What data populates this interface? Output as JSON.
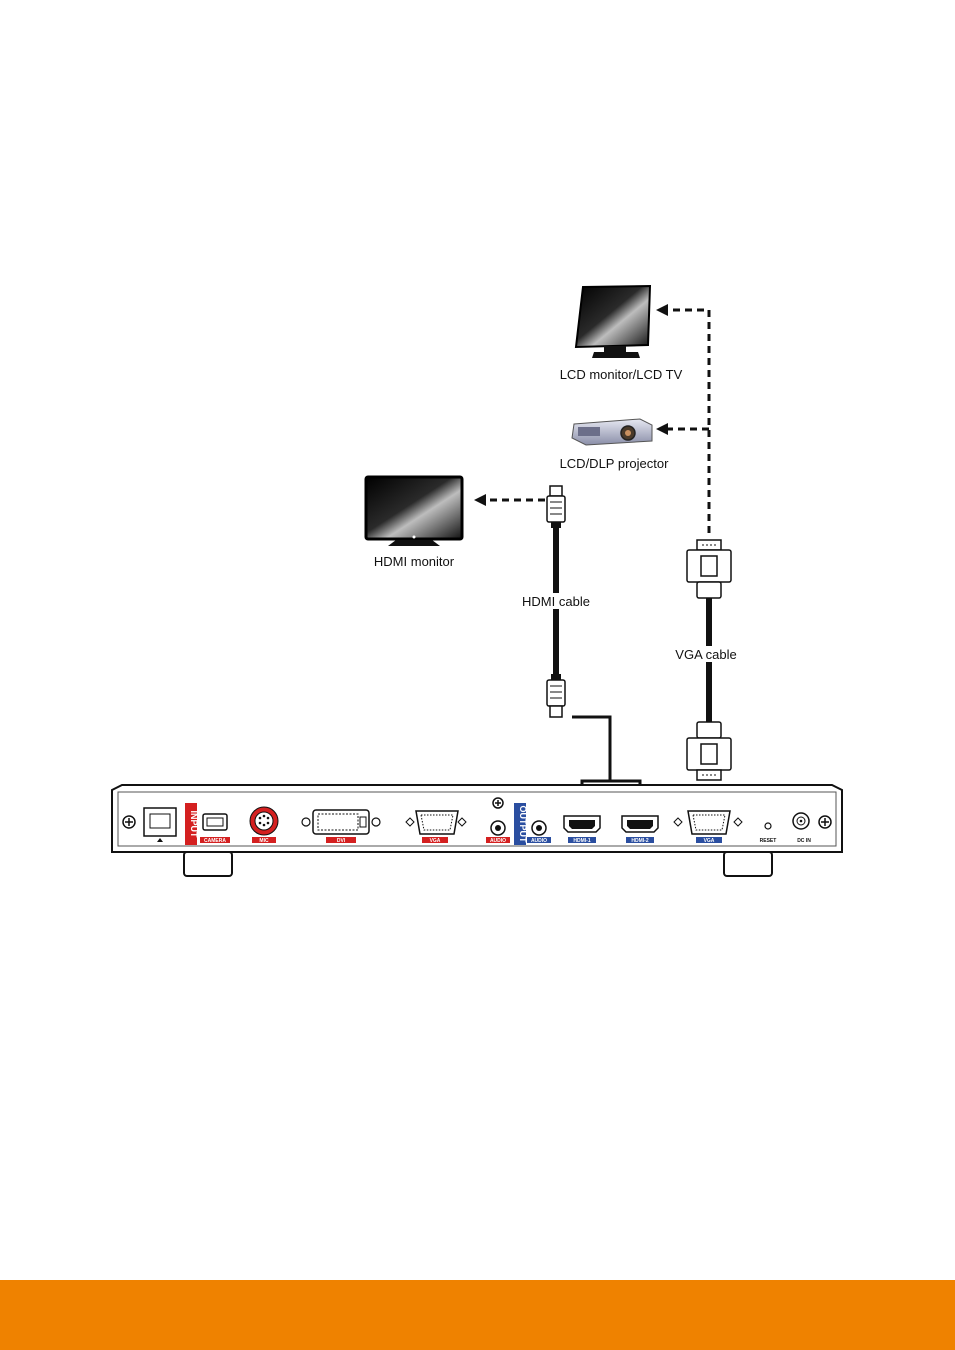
{
  "labels": {
    "lcd_monitor": "LCD monitor/LCD TV",
    "projector": "LCD/DLP projector",
    "hdmi_monitor": "HDMI monitor",
    "hdmi_cable": "HDMI cable",
    "vga_cable": "VGA cable"
  },
  "panel": {
    "input": "INPUT",
    "output": "OUTPUT",
    "camera": "CAMERA",
    "mic": "MIC",
    "dvi": "DVI",
    "vga_in": "VGA",
    "audio_in": "AUDIO",
    "audio_out": "AUDIO",
    "hdmi1": "HDMI-1",
    "hdmi2": "HDMI-2",
    "vga_out": "VGA",
    "reset": "RESET",
    "dc_in": "DC IN"
  },
  "icons": {
    "lcd_monitor": "lcd-monitor-icon",
    "projector": "projector-icon",
    "hdmi_monitor": "hdmi-monitor-icon",
    "hdmi_plug": "hdmi-plug-icon",
    "vga_plug": "vga-plug-icon",
    "device": "device-rear-panel"
  },
  "colors": {
    "input_label": "#d42020",
    "output_label": "#2a4ea0",
    "footer": "#ef8200"
  }
}
